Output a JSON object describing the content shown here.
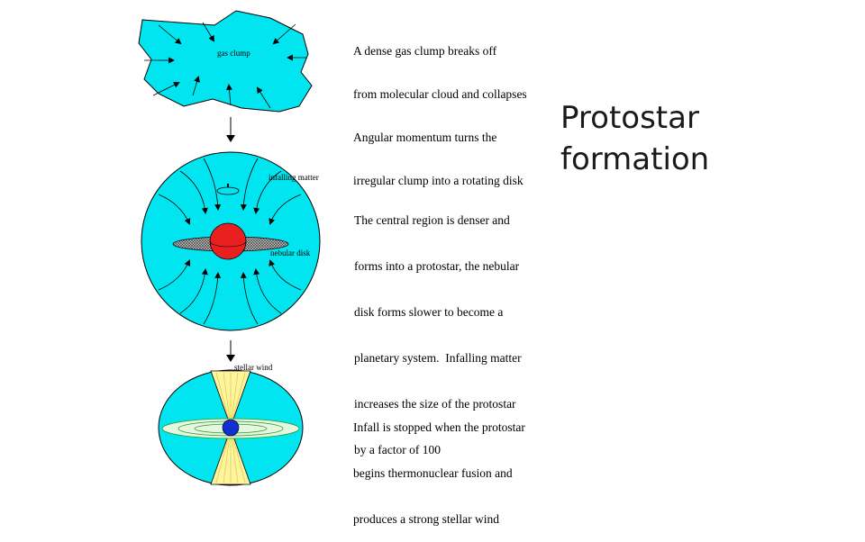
{
  "title": {
    "line1": "Protostar",
    "line2": "formation"
  },
  "stages": [
    {
      "description_lines": [
        "A dense gas clump breaks off",
        "from molecular cloud and collapses",
        "Angular momentum turns the",
        "irregular clump into a rotating disk"
      ],
      "labels": {
        "clump": "gas clump"
      }
    },
    {
      "description_lines": [
        "The central region is denser and",
        "forms into a protostar, the nebular",
        "disk forms slower to become a",
        "planetary system.  Infalling matter",
        "increases the size of the protostar",
        "by a factor of 100"
      ],
      "labels": {
        "infall": "infalling matter",
        "disk": "nebular disk"
      }
    },
    {
      "description_lines": [
        "Infall is stopped when the protostar",
        "begins thermonuclear fusion and",
        "produces a strong stellar wind"
      ],
      "labels": {
        "wind": "stellar wind"
      }
    }
  ],
  "colors": {
    "cloud": "#00e5f0",
    "protostar": "#e82020",
    "star": "#1030d0",
    "disk": "#a8a8a8",
    "wind": "#fff5a0"
  }
}
